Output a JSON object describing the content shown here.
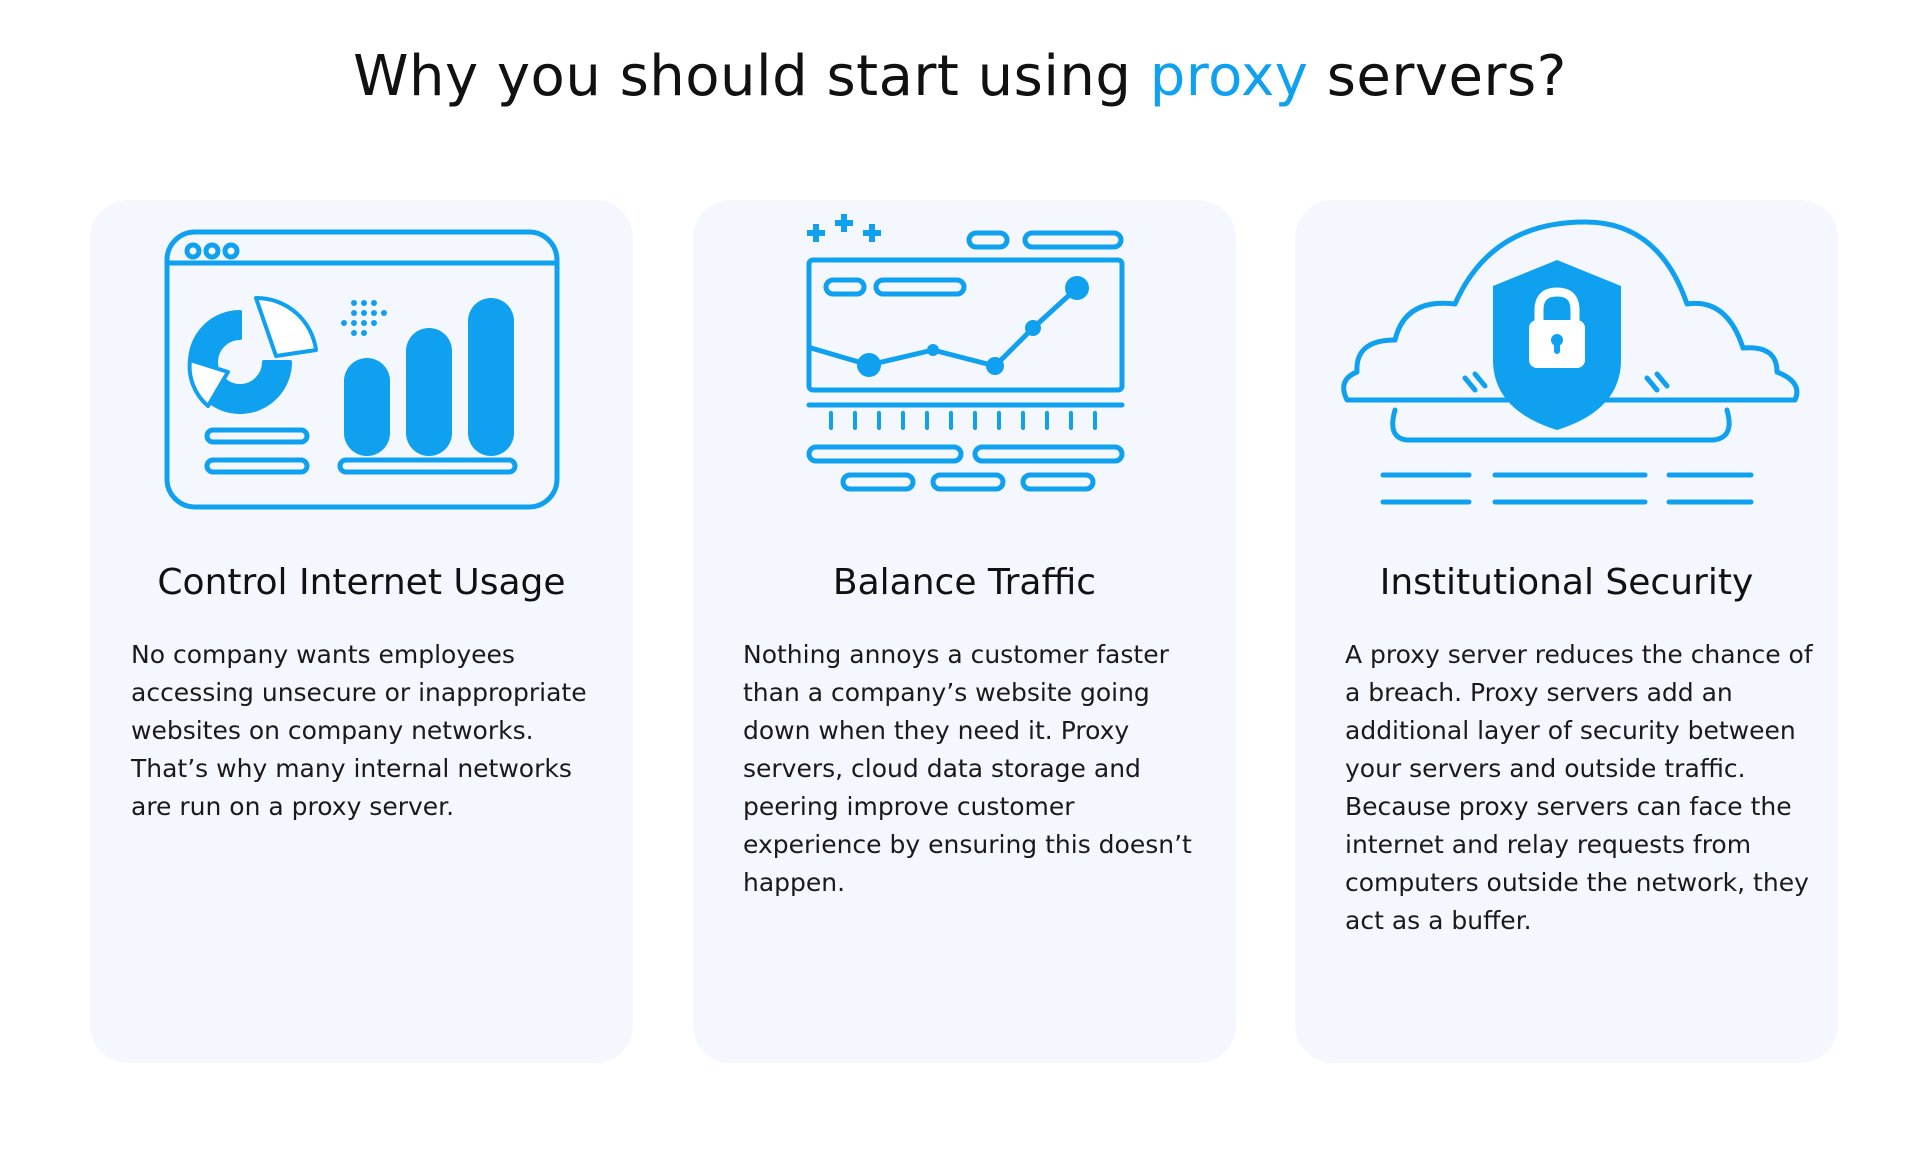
{
  "header": {
    "title_before": "Why you should start using ",
    "title_accent": "proxy",
    "title_after": " servers?"
  },
  "colors": {
    "accent": "#0fa0ef",
    "card_background": "#f4f7fe",
    "text": "#111111"
  },
  "cards": [
    {
      "icon": "browser-dashboard-chart-icon",
      "title": "Control Internet Usage",
      "body": "No company wants employees accessing unsecure or inappropriate websites on company networks. That’s why many internal networks are run on a proxy server."
    },
    {
      "icon": "line-graph-traffic-icon",
      "title": "Balance Traffic",
      "body": "Nothing annoys a customer faster than a company’s website going down when they need it. Proxy servers, cloud data storage and peering improve customer experience by ensuring this doesn’t happen."
    },
    {
      "icon": "cloud-shield-lock-icon",
      "title": "Institutional Security",
      "body": "A proxy server reduces the chance of a breach. Proxy servers add an additional layer of security between your servers and outside traffic. Because proxy servers can face the internet and relay requests from computers outside the network, they act as a buffer."
    }
  ]
}
